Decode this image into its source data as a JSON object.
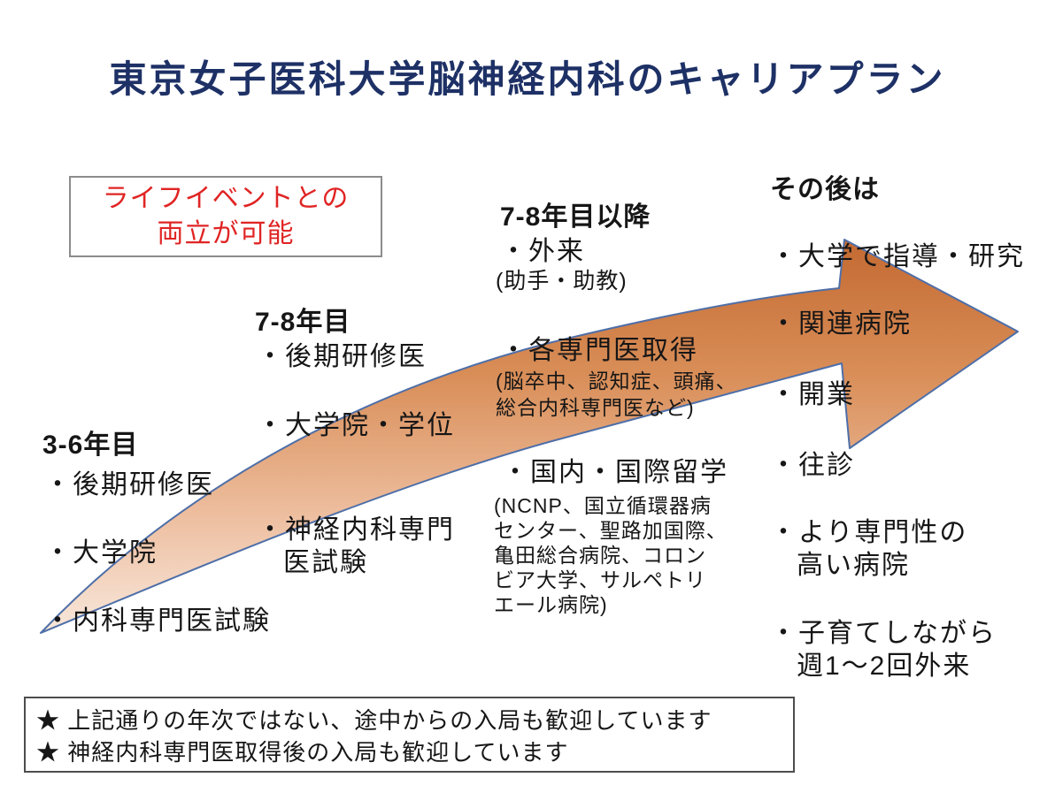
{
  "title": "東京女子医科大学脳神経内科のキャリアプラン",
  "highlight_box": {
    "lines": [
      "ライフイベントとの",
      "両立が可能"
    ]
  },
  "stages": [
    {
      "header": "3-6年目",
      "lines": [
        "・後期研修医",
        "・大学院",
        "・内科専門医試験"
      ]
    },
    {
      "header": "7-8年目",
      "lines": [
        "・後期研修医",
        "・大学院・学位",
        "・神経内科専門",
        "医試験"
      ]
    },
    {
      "header": "7-8年目以降",
      "lines": [
        "・外来",
        "(助手・助教)",
        "・各専門医取得",
        "(脳卒中、認知症、頭痛、",
        "総合内科専門医など)",
        "・国内・国際留学",
        "(NCNP、国立循環器病",
        "センター、聖路加国際、",
        "亀田総合病院、コロン",
        "ビア大学、サルペトリ",
        "エール病院)"
      ]
    },
    {
      "header": "その後は",
      "lines": [
        "・大学で指導・研究",
        "・関連病院",
        "・開業",
        "・往診",
        "・より専門性の",
        "高い病院",
        "・子育てしながら",
        "週1〜2回外来"
      ]
    }
  ],
  "footer_box": {
    "lines": [
      "★ 上記通りの年次ではない、途中からの入局も歓迎しています",
      "★ 神経内科専門医取得後の入局も歓迎しています"
    ]
  },
  "colors": {
    "title_navy": "#1e3166",
    "highlight_red": "#e02424",
    "text_black": "#161616",
    "arrow_outline": "#4e6fa8",
    "arrow_stop_dark": "#c2672f",
    "arrow_stop_mid1": "#d98e58",
    "arrow_stop_mid2": "#eec0a2",
    "arrow_stop_light": "#f9ece2"
  }
}
